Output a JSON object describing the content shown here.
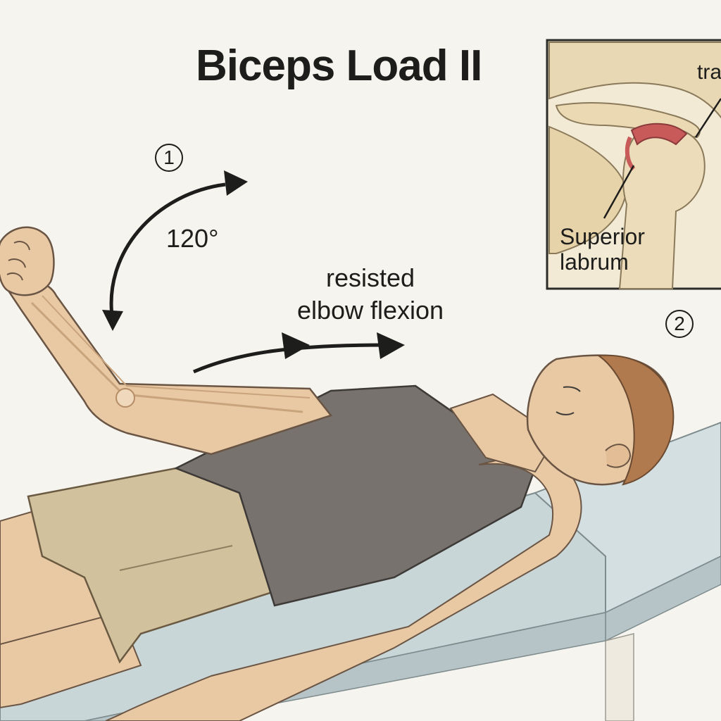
{
  "title": "Biceps Load II",
  "steps": {
    "step1": "1",
    "step2": "2"
  },
  "annotations": {
    "angle": "120°",
    "motion_line1": "resisted",
    "motion_line2": "elbow flexion"
  },
  "inset": {
    "label_superior_line1": "Superior",
    "label_superior_line2": "labrum",
    "label_truncated": "tra"
  },
  "colors": {
    "background": "#f6f4ee",
    "skin": "#e9c9a4",
    "shirt": "#77726d",
    "shorts": "#d2c19d",
    "table": "#c9d6d8",
    "labrum": "#c85a5a",
    "ink": "#1d1d1b"
  }
}
